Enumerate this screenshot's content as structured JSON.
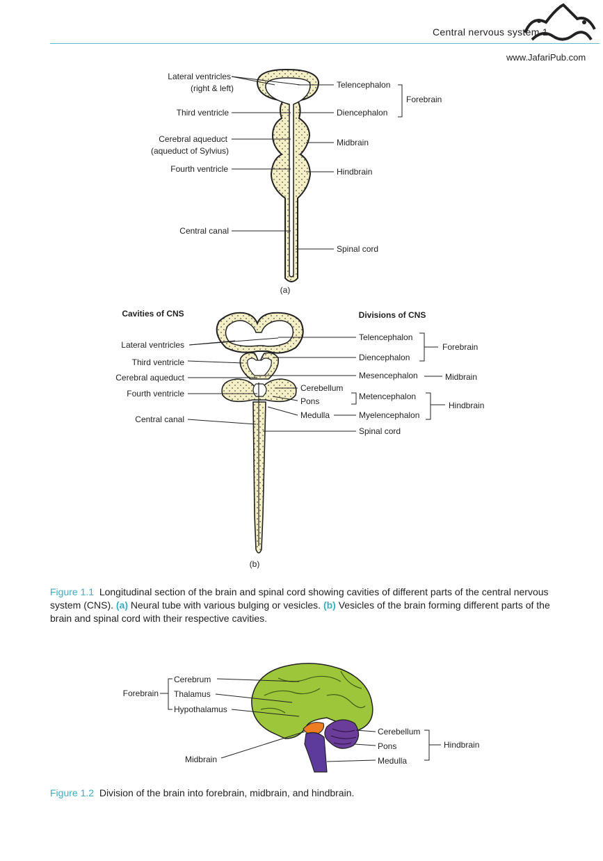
{
  "header": {
    "running_title": "Central nervous system",
    "page_number": "1",
    "watermark_url": "www.JafariPub.com"
  },
  "figure_1_1a": {
    "panel_label": "(a)",
    "left_labels": [
      "Lateral ventricles",
      "(right & left)",
      "Third ventricle",
      "Cerebral aqueduct",
      "(aqueduct of Sylvius)",
      "Fourth ventricle",
      "Central canal"
    ],
    "right_labels": [
      "Telencephalon",
      "Diencephalon",
      "Midbrain",
      "Hindbrain",
      "Spinal cord"
    ],
    "group_label": "Forebrain"
  },
  "figure_1_1b": {
    "panel_label": "(b)",
    "left_heading": "Cavities of CNS",
    "right_heading": "Divisions of CNS",
    "left_labels": [
      "Lateral ventricles",
      "Third ventricle",
      "Cerebral aqueduct",
      "Fourth ventricle",
      "Central canal"
    ],
    "inner_labels": [
      "Cerebellum",
      "Pons",
      "Medulla"
    ],
    "division_labels": [
      "Telencephalon",
      "Diencephalon",
      "Mesencephalon",
      "Metencephalon",
      "Myelencephalon",
      "Spinal cord"
    ],
    "group_labels": [
      "Forebrain",
      "Midbrain",
      "Hindbrain"
    ]
  },
  "caption_1_1": {
    "label": "Figure 1.1",
    "text_1": "Longitudinal section of the brain and spinal cord showing cavities of different parts of the central nervous system (CNS).",
    "a_marker": "(a)",
    "text_2": "Neural tube with various bulging or vesicles.",
    "b_marker": "(b)",
    "text_3": "Vesicles of the brain forming different parts of the brain and spinal cord with their respective cavities."
  },
  "figure_1_2": {
    "left_labels": [
      "Cerebrum",
      "Thalamus",
      "Hypothalamus"
    ],
    "forebrain_label": "Forebrain",
    "midbrain_label": "Midbrain",
    "right_labels": [
      "Cerebellum",
      "Pons",
      "Medulla"
    ],
    "hindbrain_label": "Hindbrain",
    "colors": {
      "forebrain": "#9dc63b",
      "midbrain": "#ee7d22",
      "hindbrain": "#6a3d9a",
      "brainstem": "#5c3b9c"
    }
  },
  "caption_1_2": {
    "label": "Figure 1.2",
    "text": "Division of the brain into forebrain, midbrain, and hindbrain."
  }
}
